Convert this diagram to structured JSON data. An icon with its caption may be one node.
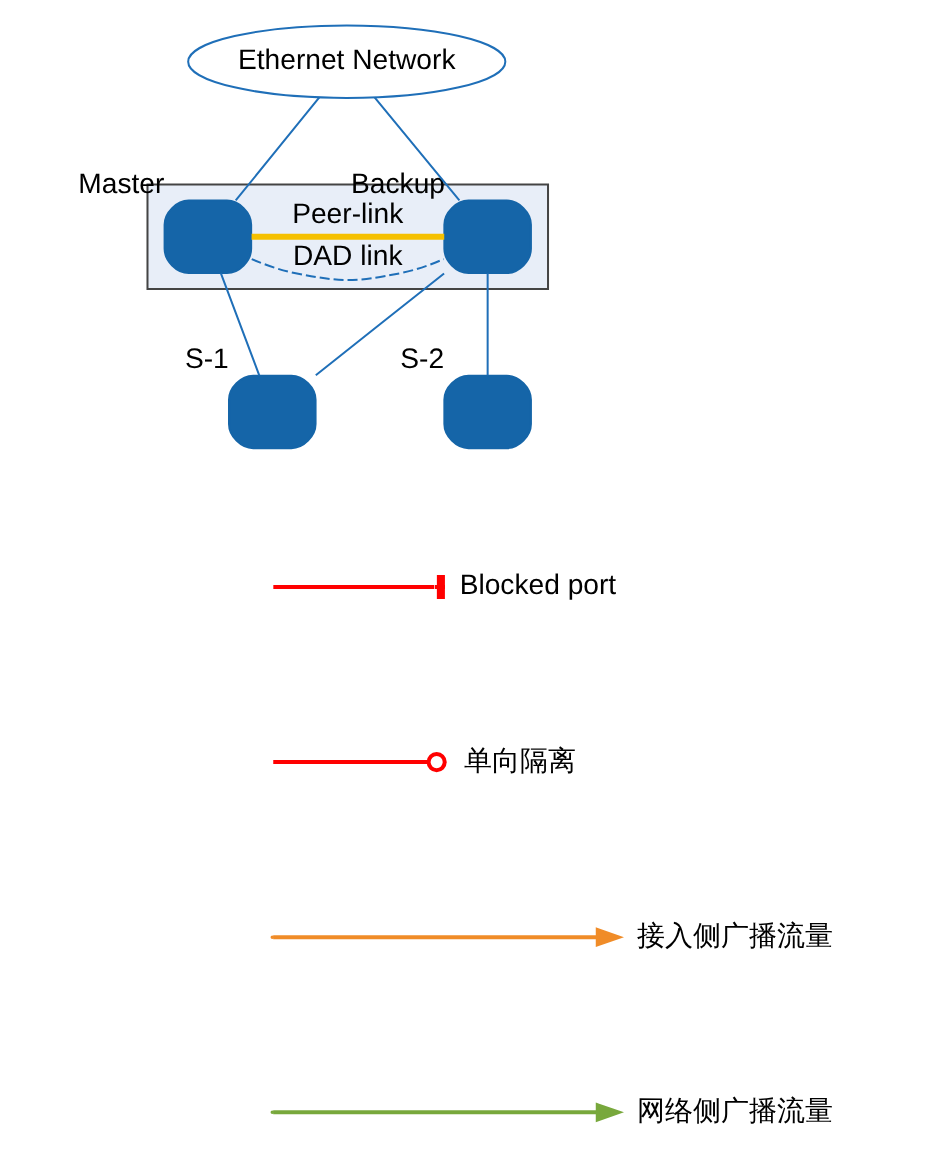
{
  "diagram": {
    "nodes": [
      {
        "text": [
          "Ethernet Network"
        ]
      },
      {
        "text": [],
        "shape": "box"
      },
      {
        "text": [],
        "shape": "box",
        "beside": [
          "Master"
        ],
        "in": 1
      },
      {
        "text": [],
        "shape": "box",
        "beside": [
          "Backup"
        ],
        "in": 1
      },
      {
        "text": [],
        "shape": "box",
        "beside": [
          "S-1"
        ]
      },
      {
        "text": [],
        "shape": "box",
        "beside": [
          "S-2"
        ]
      }
    ],
    "edges": [
      {
        "from": 0,
        "to": 2,
        "arrow": "none"
      },
      {
        "from": 0,
        "to": 3,
        "arrow": "none"
      },
      {
        "from": 2,
        "to": 3,
        "arrow": "none",
        "label": "DAD link",
        "style": "dashed"
      },
      {
        "from": 2,
        "to": 3,
        "arrow": "none",
        "label": "Peer-link",
        "style": "thick",
        "color": "#f5c000"
      },
      {
        "from": 2,
        "to": 4,
        "arrow": "none"
      },
      {
        "from": 3,
        "to": 4,
        "arrow": "none"
      },
      {
        "from": 3,
        "to": 5,
        "arrow": "none"
      }
    ],
    "legend": [
      {
        "text": "Blocked port"
      },
      {
        "text": "单向隔离"
      },
      {
        "text": "接入侧广播流量"
      },
      {
        "text": "网络侧广播流量"
      }
    ]
  }
}
